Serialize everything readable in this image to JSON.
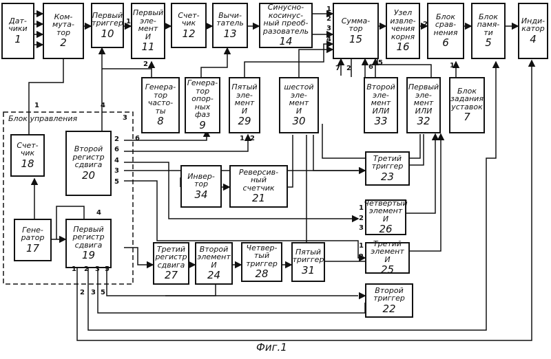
{
  "figure_caption": "Фиг.1",
  "control_block_title": "Блок управления",
  "control_block_pin": "3",
  "blocks": {
    "b1": {
      "label": "Дат-\nчики",
      "num": "1"
    },
    "b2": {
      "label": "Ком-\nмута-\nтор",
      "num": "2"
    },
    "b10": {
      "label": "Первый\nтриггер",
      "num": "10"
    },
    "b11": {
      "label": "Первый\nэле-\nмент\nИ",
      "num": "11"
    },
    "b12": {
      "label": "Счет-\nчик",
      "num": "12"
    },
    "b13": {
      "label": "Вычи-\nтатель",
      "num": "13"
    },
    "b14": {
      "label": "Синусно-\nкосинус-\nный преоб-\nразователь",
      "num": "14"
    },
    "b15": {
      "label": "Сумма-\nтор",
      "num": "15"
    },
    "b16": {
      "label": "Узел\nизвле-\nчения\nкорня",
      "num": "16"
    },
    "b6": {
      "label": "Блок\nсрав-\nнения",
      "num": "6"
    },
    "b5": {
      "label": "Блок\nпамя-\nти",
      "num": "5"
    },
    "b4": {
      "label": "Инди-\nкатор",
      "num": "4"
    },
    "b8": {
      "label": "Генера-\nтор\nчасто-\nты",
      "num": "8"
    },
    "b9": {
      "label": "Генера-\nтор\nопор-\nных\nфаз",
      "num": "9"
    },
    "b29": {
      "label": "Пятый\nэле-\nмент\nИ",
      "num": "29"
    },
    "b30": {
      "label": "шестой\nэле-\nмент\nИ",
      "num": "30"
    },
    "b33": {
      "label": "Второй\nэле-\nмент\nИЛИ",
      "num": "33"
    },
    "b32": {
      "label": "Первый\nэле-\nмент\nИЛИ",
      "num": "32"
    },
    "b7": {
      "label": "Блок\nзадания\nуставок",
      "num": "7"
    },
    "b18": {
      "label": "Счет-\nчик",
      "num": "18"
    },
    "b20": {
      "label": "Второй\nрегистр\nсдвига",
      "num": "20"
    },
    "b17": {
      "label": "Гене-\nратор",
      "num": "17"
    },
    "b19": {
      "label": "Первый\nрегистр\nсдвига",
      "num": "19"
    },
    "b34": {
      "label": "Инвер-\nтор",
      "num": "34"
    },
    "b21": {
      "label": "Реверсив-\nный\nсчетчик",
      "num": "21"
    },
    "b23": {
      "label": "Третий\nтриггер",
      "num": "23"
    },
    "b26": {
      "label": "Четвертый\nэлемент\nИ",
      "num": "26"
    },
    "b27": {
      "label": "Третий\nрегистр\nсдвига",
      "num": "27"
    },
    "b24": {
      "label": "Второй\nэлемент\nИ",
      "num": "24"
    },
    "b28": {
      "label": "Четвер-\nтый\nтриггер",
      "num": "28"
    },
    "b31": {
      "label": "Пятый\nтриггер",
      "num": "31"
    },
    "b25": {
      "label": "Третий\nэлемент\nИ",
      "num": "25"
    },
    "b22": {
      "label": "Второй\nтриггер",
      "num": "22"
    }
  },
  "pins": {
    "p_1a": "1",
    "p_2a": "2",
    "p_1b": "1",
    "p_2b": "2",
    "p_3a": "3",
    "p_4a": "4",
    "p_7a": "7",
    "p_2c": "2",
    "p_6a": "6",
    "p_5a": "5",
    "p20_2": "2",
    "p20_6": "6",
    "p20_4": "4",
    "p20_3": "3",
    "p20_5": "5",
    "p_6b": "6",
    "p_4b": "4",
    "p_1c": "1",
    "p_4c": "4",
    "p19_1": "1",
    "p19_2": "2",
    "p19_3": "3",
    "p19_5": "5",
    "p19b_2": "2",
    "p19b_3": "3",
    "p19b_5": "5",
    "p_1d": "1",
    "p_2d": "2",
    "p_1e": "1",
    "p_2e": "2",
    "p_3e": "3",
    "p_1f": "1",
    "p_2f": "2",
    "p_2g": "2",
    "p_1g": "1"
  }
}
